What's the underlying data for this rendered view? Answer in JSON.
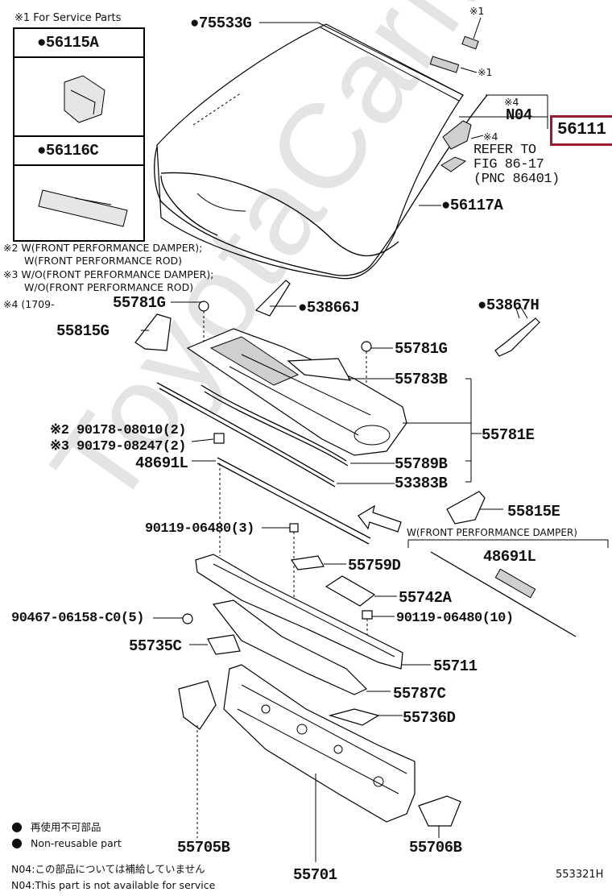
{
  "watermark": "ToyotaCarMine",
  "service_box": {
    "header": "※1 For Service Parts",
    "items": [
      "●56115A",
      "●56116C"
    ]
  },
  "notes_top": [
    "※2 W(FRONT PERFORMANCE DAMPER);",
    "W(FRONT PERFORMANCE ROD)",
    "※3 W/O(FRONT PERFORMANCE DAMPER);",
    "W/O(FRONT PERFORMANCE ROD)",
    "※4 (1709-"
  ],
  "labels": {
    "p75533G": "●75533G",
    "mark1a": "※1",
    "mark1b": "※1",
    "mark4a": "※4",
    "n04": "N04",
    "mark4b": "※4",
    "p56111": "56111",
    "refer1": "REFER TO",
    "refer2": "FIG 86-17",
    "refer3": "(PNC 86401)",
    "p56117A": "●56117A",
    "p55781G_a": "55781G",
    "p53866J": "●53866J",
    "p53867H": "●53867H",
    "p55815G": "55815G",
    "p55781G_b": "55781G",
    "p55783B": "55783B",
    "p55781E": "55781E",
    "p90178": "※2 90178-08010(2)",
    "p90179": "※3 90179-08247(2)",
    "p48691L_a": "48691L",
    "p55789B": "55789B",
    "p53383B": "53383B",
    "p55815E": "55815E",
    "damper": "W(FRONT PERFORMANCE DAMPER)",
    "p48691L_b": "48691L",
    "p90119_a": "90119-06480(3)",
    "p55759D": "55759D",
    "p55742A": "55742A",
    "p90467": "90467-06158-C0(5)",
    "p90119_b": "90119-06480(10)",
    "p55735C": "55735C",
    "p55711": "55711",
    "p55787C": "55787C",
    "p55736D": "55736D",
    "p55705B": "55705B",
    "p55706B": "55706B",
    "p55701": "55701",
    "diagram_id": "553321H"
  },
  "legend": {
    "ja": "再使用不可部品",
    "en": "Non-reusable part",
    "n04_ja": "N04:この部品については補給していません",
    "n04_en": "N04:This part is not available for service"
  },
  "colors": {
    "highlight_box": "#9b1b2e",
    "watermark": "#e4e4e4"
  }
}
